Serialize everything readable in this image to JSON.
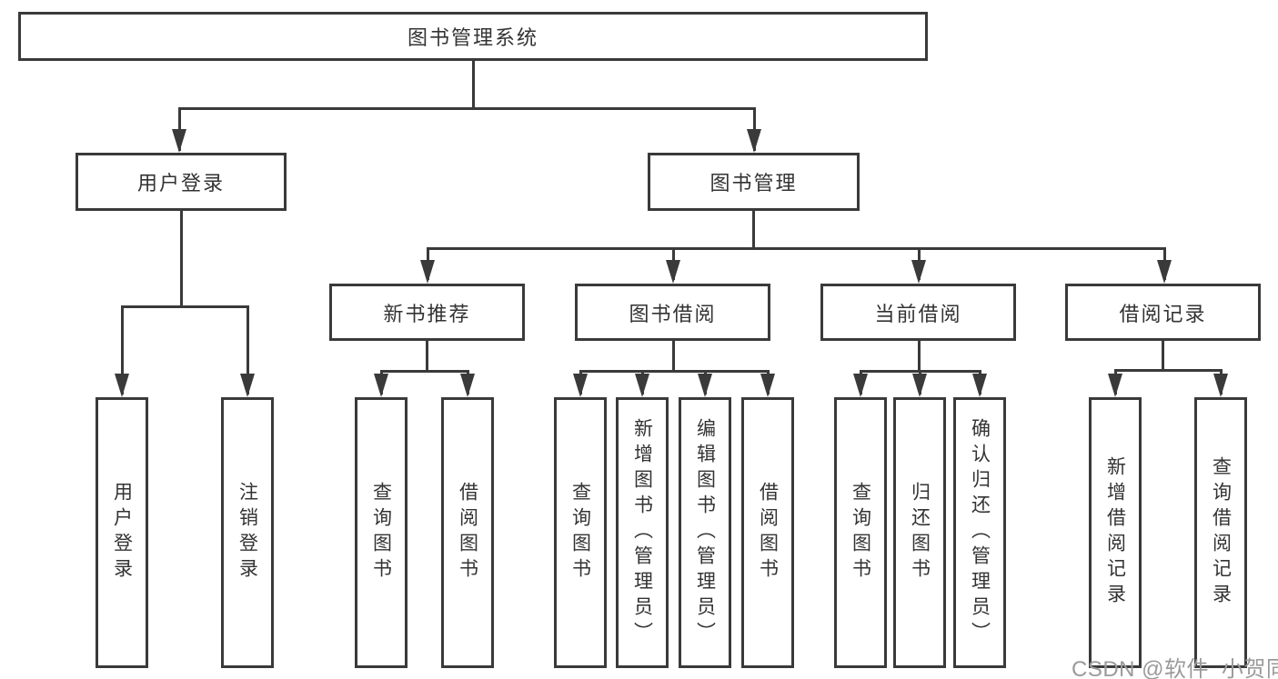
{
  "diagram": {
    "type": "hierarchy",
    "colors": {
      "line": "#3a3a3a",
      "text": "#333333",
      "background": "#ffffff",
      "watermark": "#9a9a9a"
    }
  },
  "tree": {
    "label": "图书管理系统",
    "children": [
      {
        "label": "用户登录",
        "children": [
          {
            "label": "用户登录"
          },
          {
            "label": "注销登录"
          }
        ]
      },
      {
        "label": "图书管理",
        "children": [
          {
            "label": "新书推荐",
            "children": [
              {
                "label": "查询图书"
              },
              {
                "label": "借阅图书"
              }
            ]
          },
          {
            "label": "图书借阅",
            "children": [
              {
                "label": "查询图书"
              },
              {
                "label": "新增图书（管理员）"
              },
              {
                "label": "编辑图书（管理员）"
              },
              {
                "label": "借阅图书"
              }
            ]
          },
          {
            "label": "当前借阅",
            "children": [
              {
                "label": "查询图书"
              },
              {
                "label": "归还图书"
              },
              {
                "label": "确认归还（管理员）"
              }
            ]
          },
          {
            "label": "借阅记录",
            "children": [
              {
                "label": "新增借阅记录"
              },
              {
                "label": "查询借阅记录"
              }
            ]
          }
        ]
      }
    ]
  },
  "watermark": {
    "text": "CSDN @软件_小贺同学"
  }
}
